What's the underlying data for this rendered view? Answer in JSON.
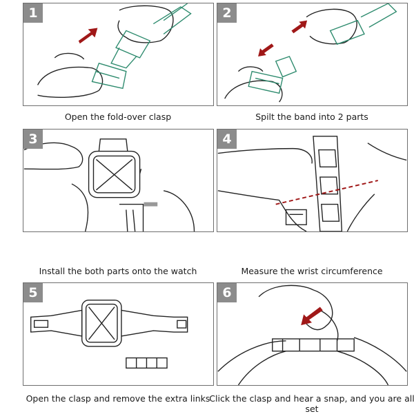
{
  "steps": [
    {
      "number": "1",
      "caption": "Open the fold-over clasp"
    },
    {
      "number": "2",
      "caption": "Spilt the band into 2 parts"
    },
    {
      "number": "3",
      "caption": "Install the both parts onto the watch"
    },
    {
      "number": "4",
      "caption": "Measure the wrist circumference"
    },
    {
      "number": "5",
      "caption": "Open the clasp and remove the extra links"
    },
    {
      "number": "6",
      "caption": "Click the clasp and hear a snap, and you are all set"
    }
  ],
  "colors": {
    "border": "#6e6e6e",
    "badge": "#8c8c8c",
    "outline": "#222222",
    "clasp_green": "#2e8b6e",
    "arrow_red": "#a01818"
  }
}
